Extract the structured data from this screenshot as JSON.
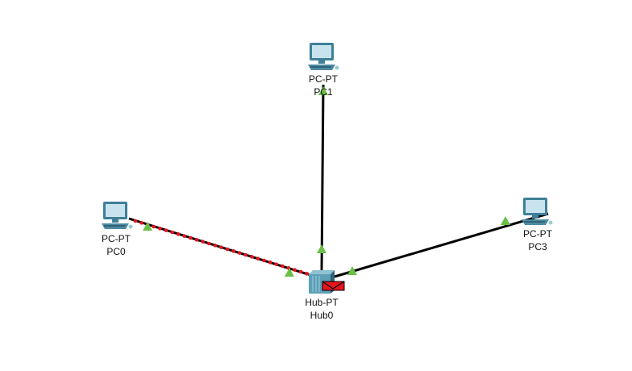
{
  "devices": [
    {
      "id": "pc0",
      "type": "PC-PT",
      "name": "PC0"
    },
    {
      "id": "pc1",
      "type": "PC-PT",
      "name": "PC1"
    },
    {
      "id": "pc3",
      "type": "PC-PT",
      "name": "PC3"
    },
    {
      "id": "hub0",
      "type": "Hub-PT",
      "name": "Hub0"
    }
  ],
  "colors": {
    "link": "#000000",
    "link_up": "#6abf45",
    "packet_dots": "#e8141c",
    "envelope": "#e8141c"
  }
}
